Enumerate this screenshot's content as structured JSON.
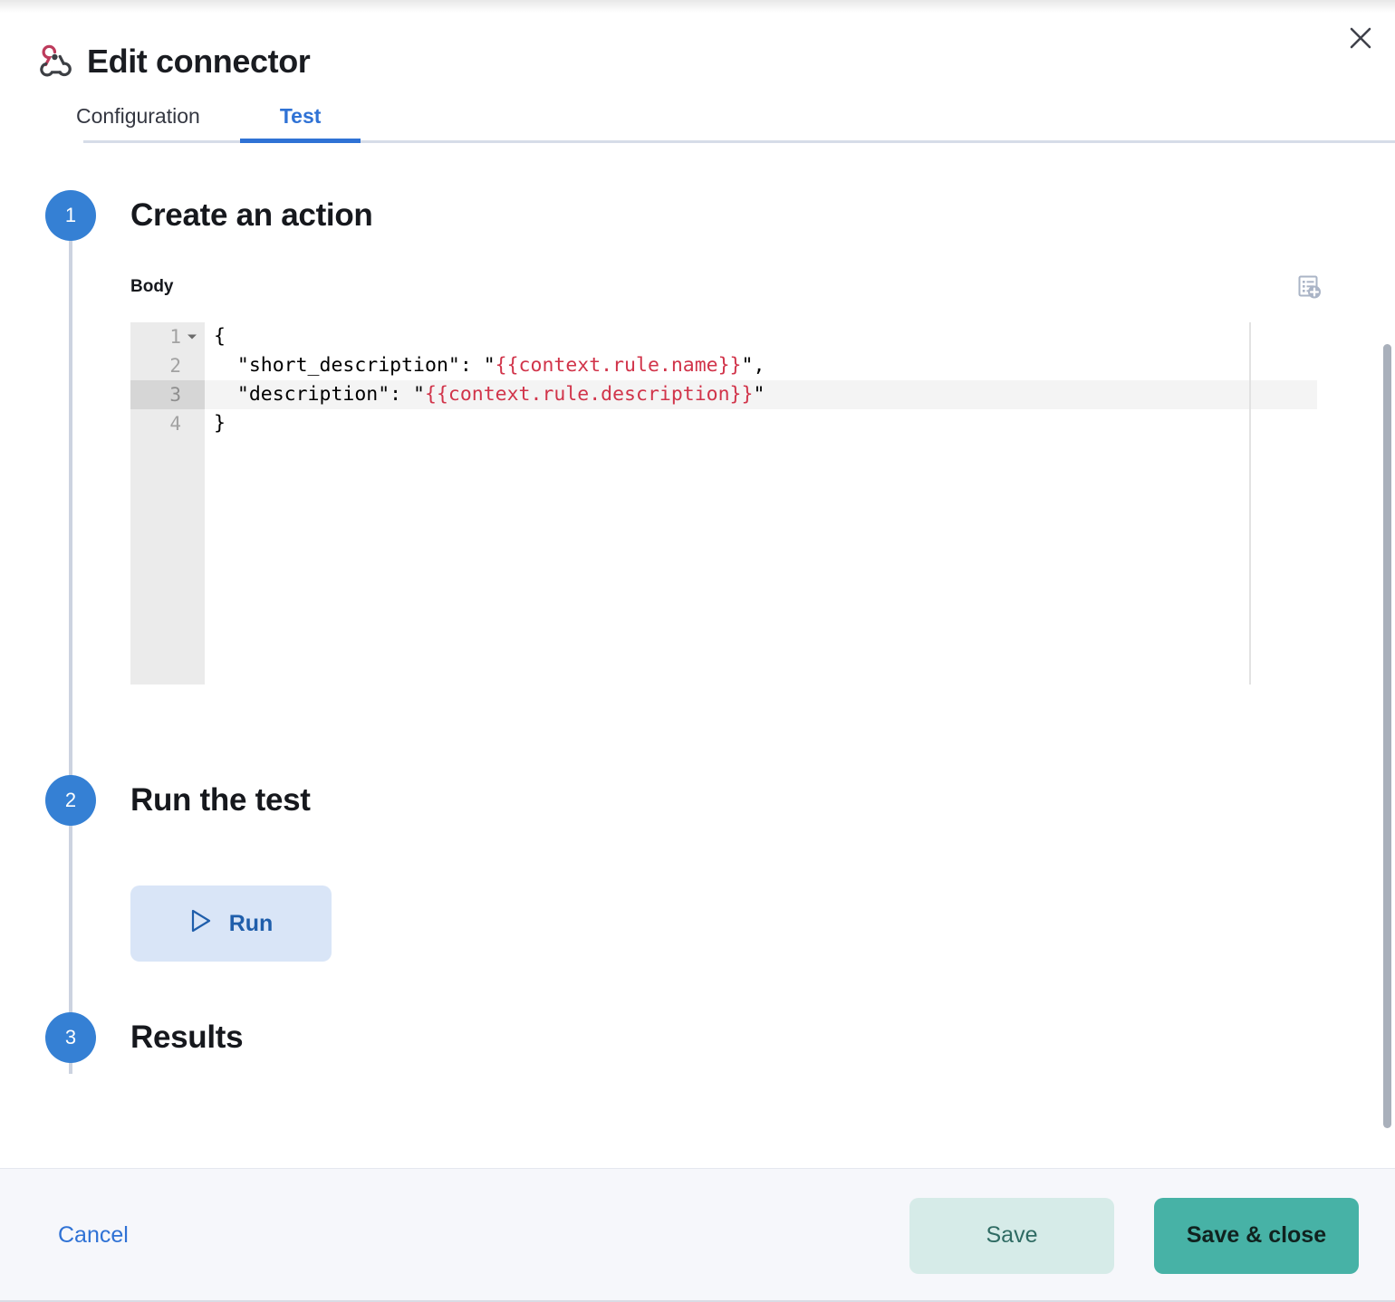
{
  "header": {
    "title": "Edit connector",
    "logo_icon": "webhook-icon",
    "close_icon": "close-icon",
    "tabs": [
      {
        "label": "Configuration",
        "active": false
      },
      {
        "label": "Test",
        "active": true
      }
    ]
  },
  "steps": [
    {
      "number": "1",
      "title": "Create an action",
      "field_label": "Body",
      "add_variable_icon": "add-variable-icon"
    },
    {
      "number": "2",
      "title": "Run the test",
      "run_label": "Run",
      "run_icon": "play-icon"
    },
    {
      "number": "3",
      "title": "Results"
    }
  ],
  "editor": {
    "language": "json",
    "active_line": 3,
    "gutter": [
      "1",
      "2",
      "3",
      "4"
    ],
    "lines": [
      {
        "n": "1",
        "plain": "{",
        "segments": [
          {
            "text": "{",
            "type": "plain"
          }
        ]
      },
      {
        "n": "2",
        "plain": "  \"short_description\": \"{{context.rule.name}}\",",
        "segments": [
          {
            "text": "  \"short_description\": \"",
            "type": "plain"
          },
          {
            "text": "{{context.rule.name}}",
            "type": "var"
          },
          {
            "text": "\",",
            "type": "plain"
          }
        ]
      },
      {
        "n": "3",
        "plain": "  \"description\": \"{{context.rule.description}}\"",
        "segments": [
          {
            "text": "  \"description\": \"",
            "type": "plain"
          },
          {
            "text": "{{context.rule.description}}",
            "type": "var"
          },
          {
            "text": "\"",
            "type": "plain"
          }
        ]
      },
      {
        "n": "4",
        "plain": "}",
        "segments": [
          {
            "text": "}",
            "type": "plain"
          }
        ]
      }
    ]
  },
  "footer": {
    "cancel_label": "Cancel",
    "save_label": "Save",
    "save_close_label": "Save & close"
  },
  "colors": {
    "accent_blue": "#2f72d5",
    "step_blue": "#3580d4",
    "run_bg": "#d9e5f7",
    "save_bg": "#d6ebe8",
    "save_close_bg": "#47b2a6",
    "variable_red": "#d1344a",
    "footer_bg": "#f6f7fb"
  }
}
